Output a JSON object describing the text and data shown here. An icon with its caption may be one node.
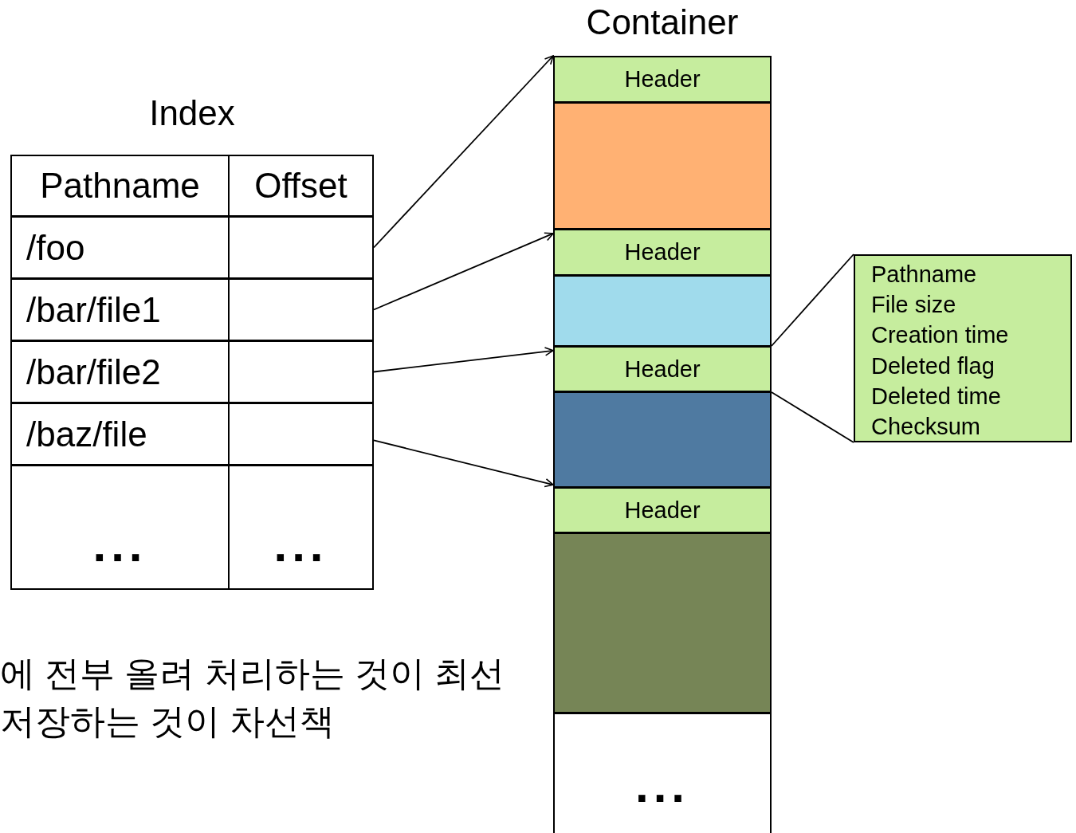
{
  "diagram": {
    "nodes": [
      {
        "text": [
          "Index"
        ]
      },
      {
        "text": [
          "Pathname",
          "Offset"
        ],
        "in": 0
      },
      {
        "text": [
          "/foo"
        ],
        "in": 0
      },
      {
        "text": [
          "/bar/file1"
        ],
        "in": 0
      },
      {
        "text": [
          "/bar/file2"
        ],
        "in": 0
      },
      {
        "text": [
          "/baz/file"
        ],
        "in": 0
      },
      {
        "text": [
          "...",
          "..."
        ],
        "in": 0
      },
      {
        "text": [
          "Container"
        ]
      },
      {
        "text": [
          "Header"
        ],
        "in": 7
      },
      {
        "text": [],
        "shape": "box",
        "in": 7
      },
      {
        "text": [
          "Header"
        ],
        "in": 7
      },
      {
        "text": [],
        "shape": "box",
        "in": 7
      },
      {
        "text": [
          "Header"
        ],
        "in": 7
      },
      {
        "text": [],
        "shape": "box",
        "in": 7
      },
      {
        "text": [
          "Header"
        ],
        "in": 7
      },
      {
        "text": [],
        "shape": "box",
        "in": 7
      },
      {
        "text": [
          "..."
        ],
        "in": 7
      },
      {
        "text": [
          "Pathname",
          "File size",
          "Creation time",
          "Deleted flag",
          "Deleted time",
          "Checksum"
        ]
      }
    ],
    "edges": [
      {
        "from": 2,
        "to": 8,
        "arrow": "to"
      },
      {
        "from": 3,
        "to": 10,
        "arrow": "to"
      },
      {
        "from": 4,
        "to": 12,
        "arrow": "to"
      },
      {
        "from": 5,
        "to": 14,
        "arrow": "to"
      },
      {
        "from": 12,
        "to": 17,
        "arrow": "none"
      },
      {
        "from": 12,
        "to": 17,
        "arrow": "none"
      }
    ],
    "labels": [
      "에 전부 올려 처리하는 것이 최선",
      "저장하는 것이 차선책"
    ]
  }
}
